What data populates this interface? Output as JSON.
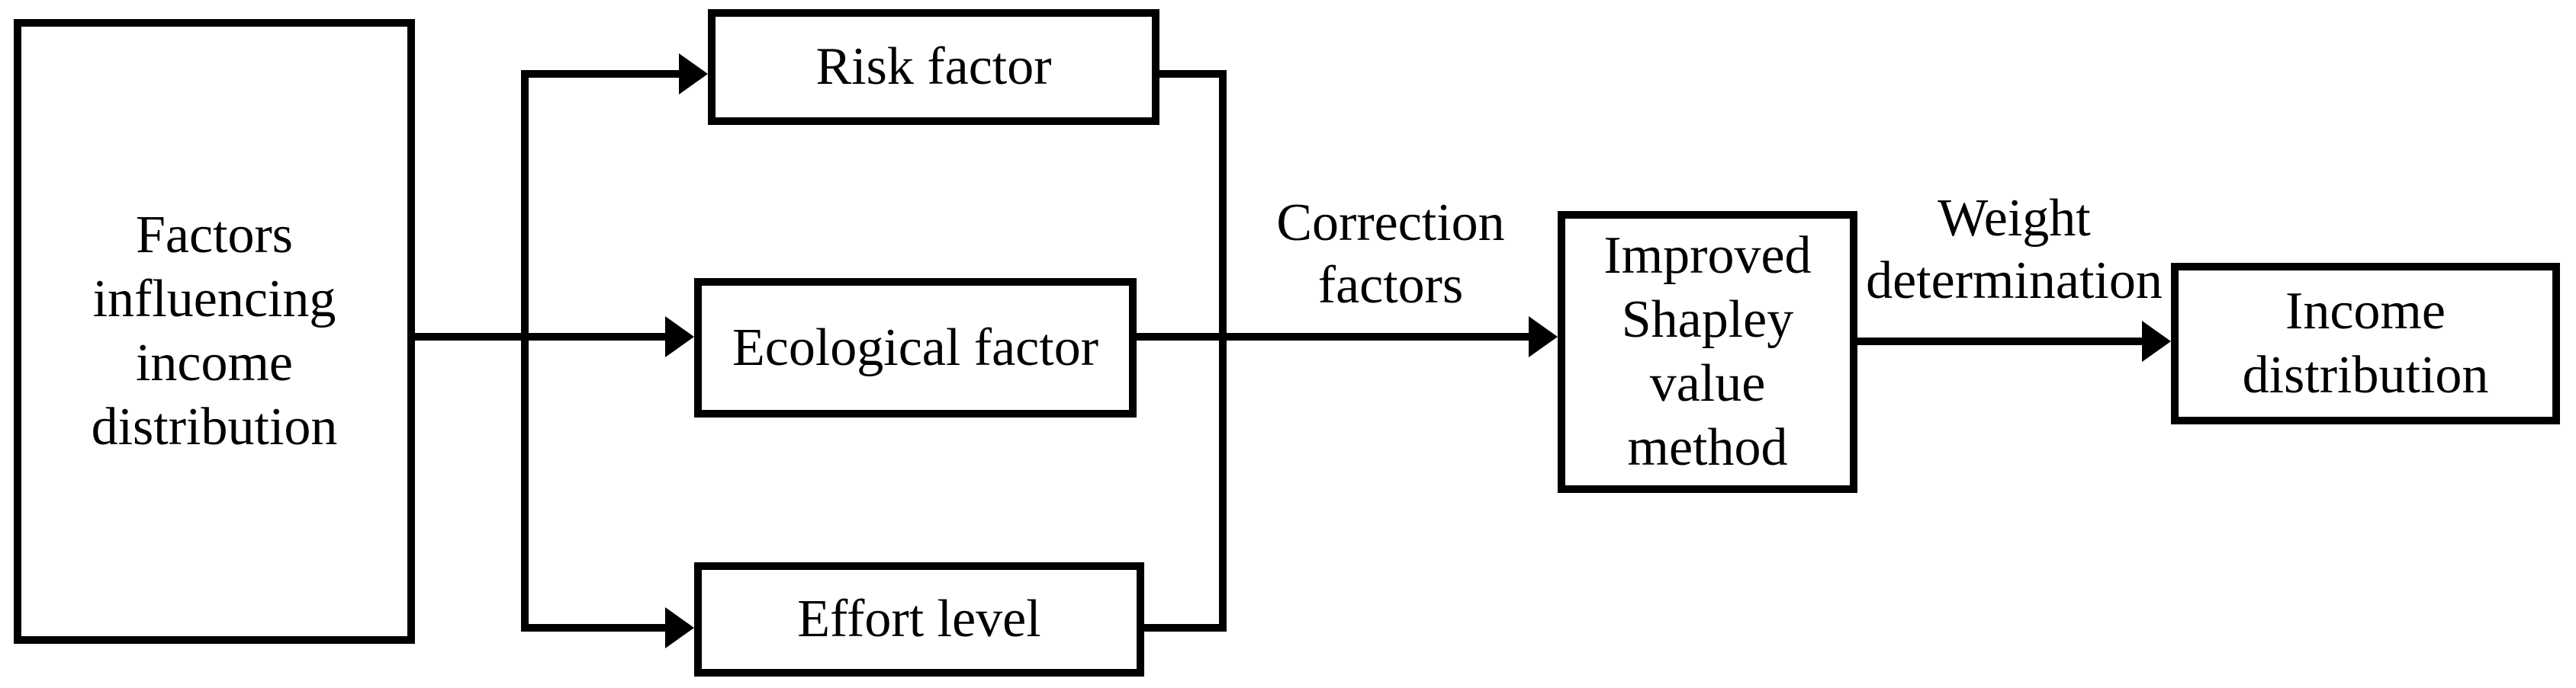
{
  "diagram": {
    "type": "flowchart",
    "background_color": "#ffffff",
    "stroke_color": "#000000",
    "nodes": {
      "factors": {
        "label": "Factors\ninfluencing\nincome\ndistribution"
      },
      "risk": {
        "label": "Risk factor"
      },
      "ecological": {
        "label": "Ecological factor"
      },
      "effort": {
        "label": "Effort level"
      },
      "shapley": {
        "label": "Improved\nShapley\nvalue\nmethod"
      },
      "income": {
        "label": "Income\ndistribution"
      }
    },
    "edge_labels": {
      "correction": "Correction\nfactors",
      "weight": "Weight\ndetermination"
    },
    "edges": [
      {
        "from": "factors",
        "to": "risk"
      },
      {
        "from": "factors",
        "to": "ecological"
      },
      {
        "from": "factors",
        "to": "effort"
      },
      {
        "from": "risk",
        "to": "shapley",
        "label": "Correction factors"
      },
      {
        "from": "ecological",
        "to": "shapley",
        "label": "Correction factors"
      },
      {
        "from": "effort",
        "to": "shapley",
        "label": "Correction factors"
      },
      {
        "from": "shapley",
        "to": "income",
        "label": "Weight determination"
      }
    ]
  }
}
